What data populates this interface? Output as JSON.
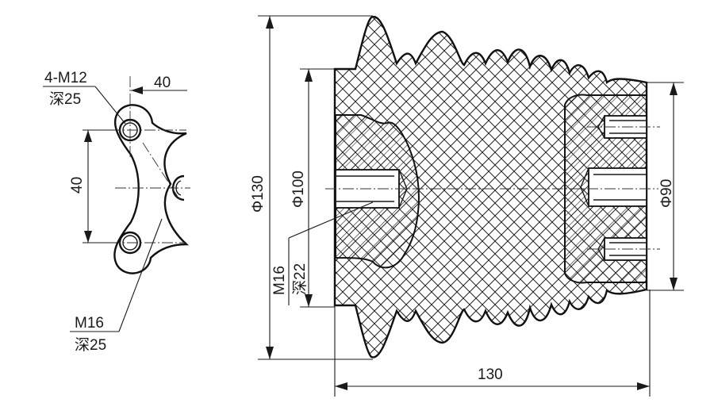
{
  "labels": {
    "flange_thread": "4-M12",
    "flange_thread_depth": "深25",
    "flange_offset": "40",
    "flange_pitch": "40",
    "bottom_thread": "M16",
    "bottom_thread_depth": "深25",
    "outer_diameter": "Φ130",
    "inner_diameter": "Φ100",
    "center_thread": "M16",
    "center_thread_depth": "深22",
    "end_diameter": "Φ90",
    "length": "130"
  }
}
